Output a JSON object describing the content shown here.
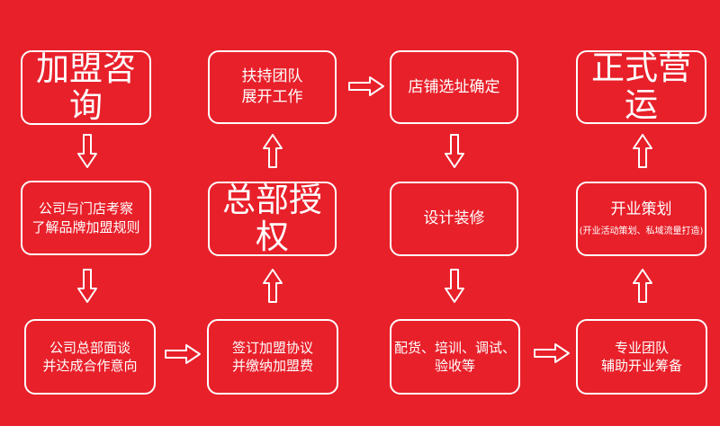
{
  "colors": {
    "background": "#e8202a",
    "line": "#ffffff"
  },
  "steps": [
    {
      "id": "consult",
      "lines": [
        "加盟咨询"
      ]
    },
    {
      "id": "inspect",
      "lines": [
        "公司与门店考察",
        "了解品牌加盟规则"
      ]
    },
    {
      "id": "interview",
      "lines": [
        "公司总部面谈",
        "并达成合作意向"
      ]
    },
    {
      "id": "contract",
      "lines": [
        "签订加盟协议",
        "并缴纳加盟费"
      ]
    },
    {
      "id": "authorize",
      "lines": [
        "总部授权"
      ]
    },
    {
      "id": "team",
      "lines": [
        "扶持团队",
        "展开工作"
      ]
    },
    {
      "id": "site",
      "lines": [
        "店铺选址确定"
      ]
    },
    {
      "id": "design",
      "lines": [
        "设计装修"
      ]
    },
    {
      "id": "supply",
      "lines": [
        "配货、培训、调试、",
        "验收等"
      ]
    },
    {
      "id": "prep",
      "lines": [
        "专业团队",
        "辅助开业筹备"
      ]
    },
    {
      "id": "plan",
      "lines": [
        "开业策划"
      ],
      "note": "(开业活动策划、私域流量打造)"
    },
    {
      "id": "open",
      "lines": [
        "正式营运"
      ]
    }
  ]
}
